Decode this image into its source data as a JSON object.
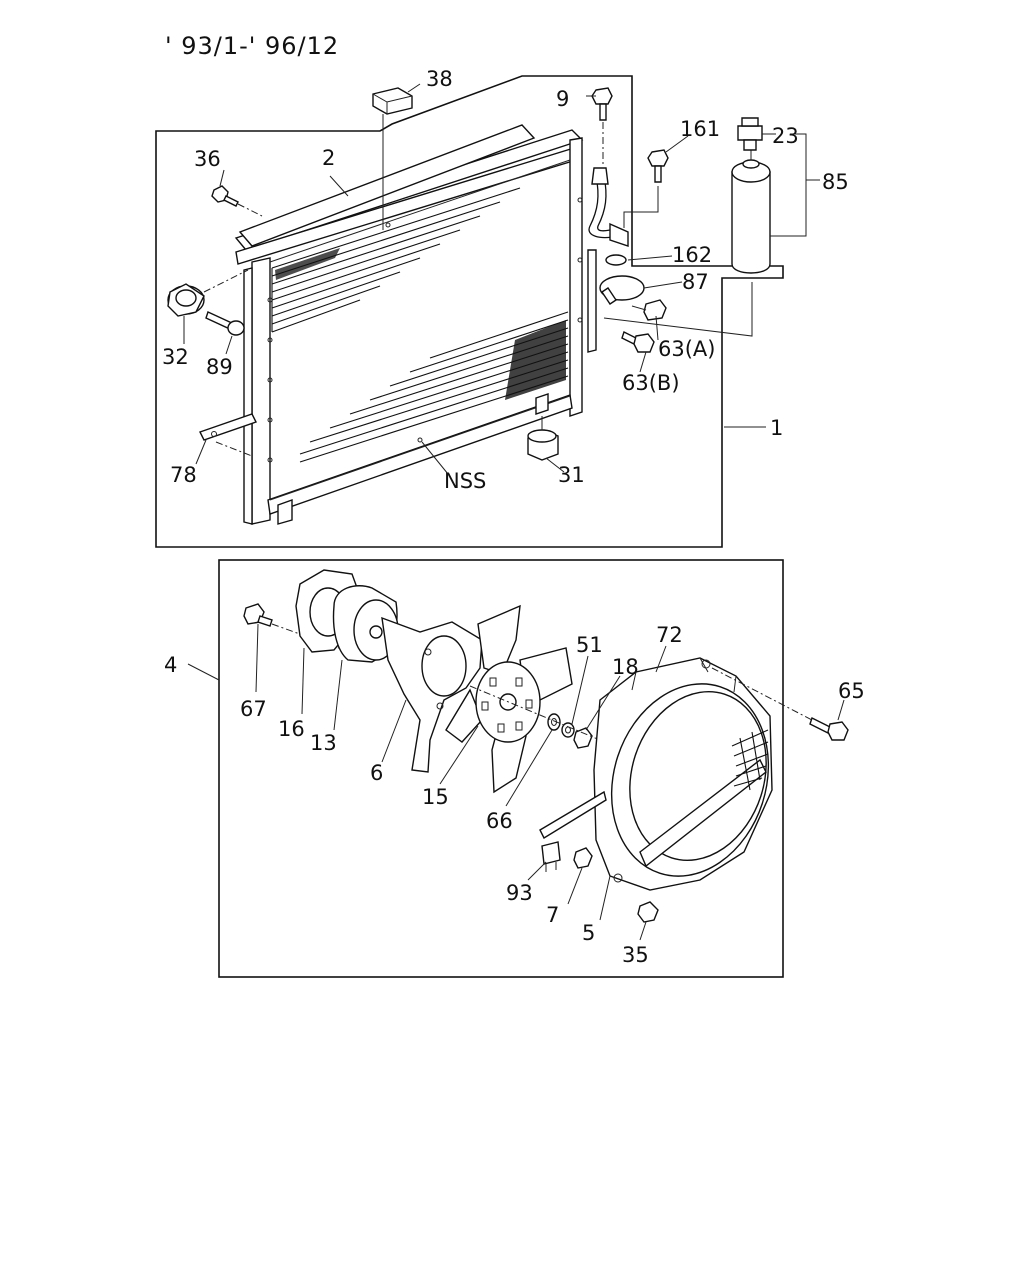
{
  "title": "' 93/1-' 96/12",
  "callouts": {
    "c1": "1",
    "c2": "2",
    "c4": "4",
    "c5": "5",
    "c6": "6",
    "c7": "7",
    "c9": "9",
    "c13": "13",
    "c15": "15",
    "c16": "16",
    "c18": "18",
    "c23": "23",
    "c31": "31",
    "c32": "32",
    "c35": "35",
    "c36": "36",
    "c38": "38",
    "c51": "51",
    "c63a": "63(A)",
    "c63b": "63(B)",
    "c65": "65",
    "c66": "66",
    "c67": "67",
    "c72": "72",
    "c78": "78",
    "c85": "85",
    "c87": "87",
    "c89": "89",
    "c93": "93",
    "c161": "161",
    "c162": "162",
    "nss": "NSS"
  },
  "colors": {
    "line": "#111111",
    "background": "#ffffff"
  }
}
